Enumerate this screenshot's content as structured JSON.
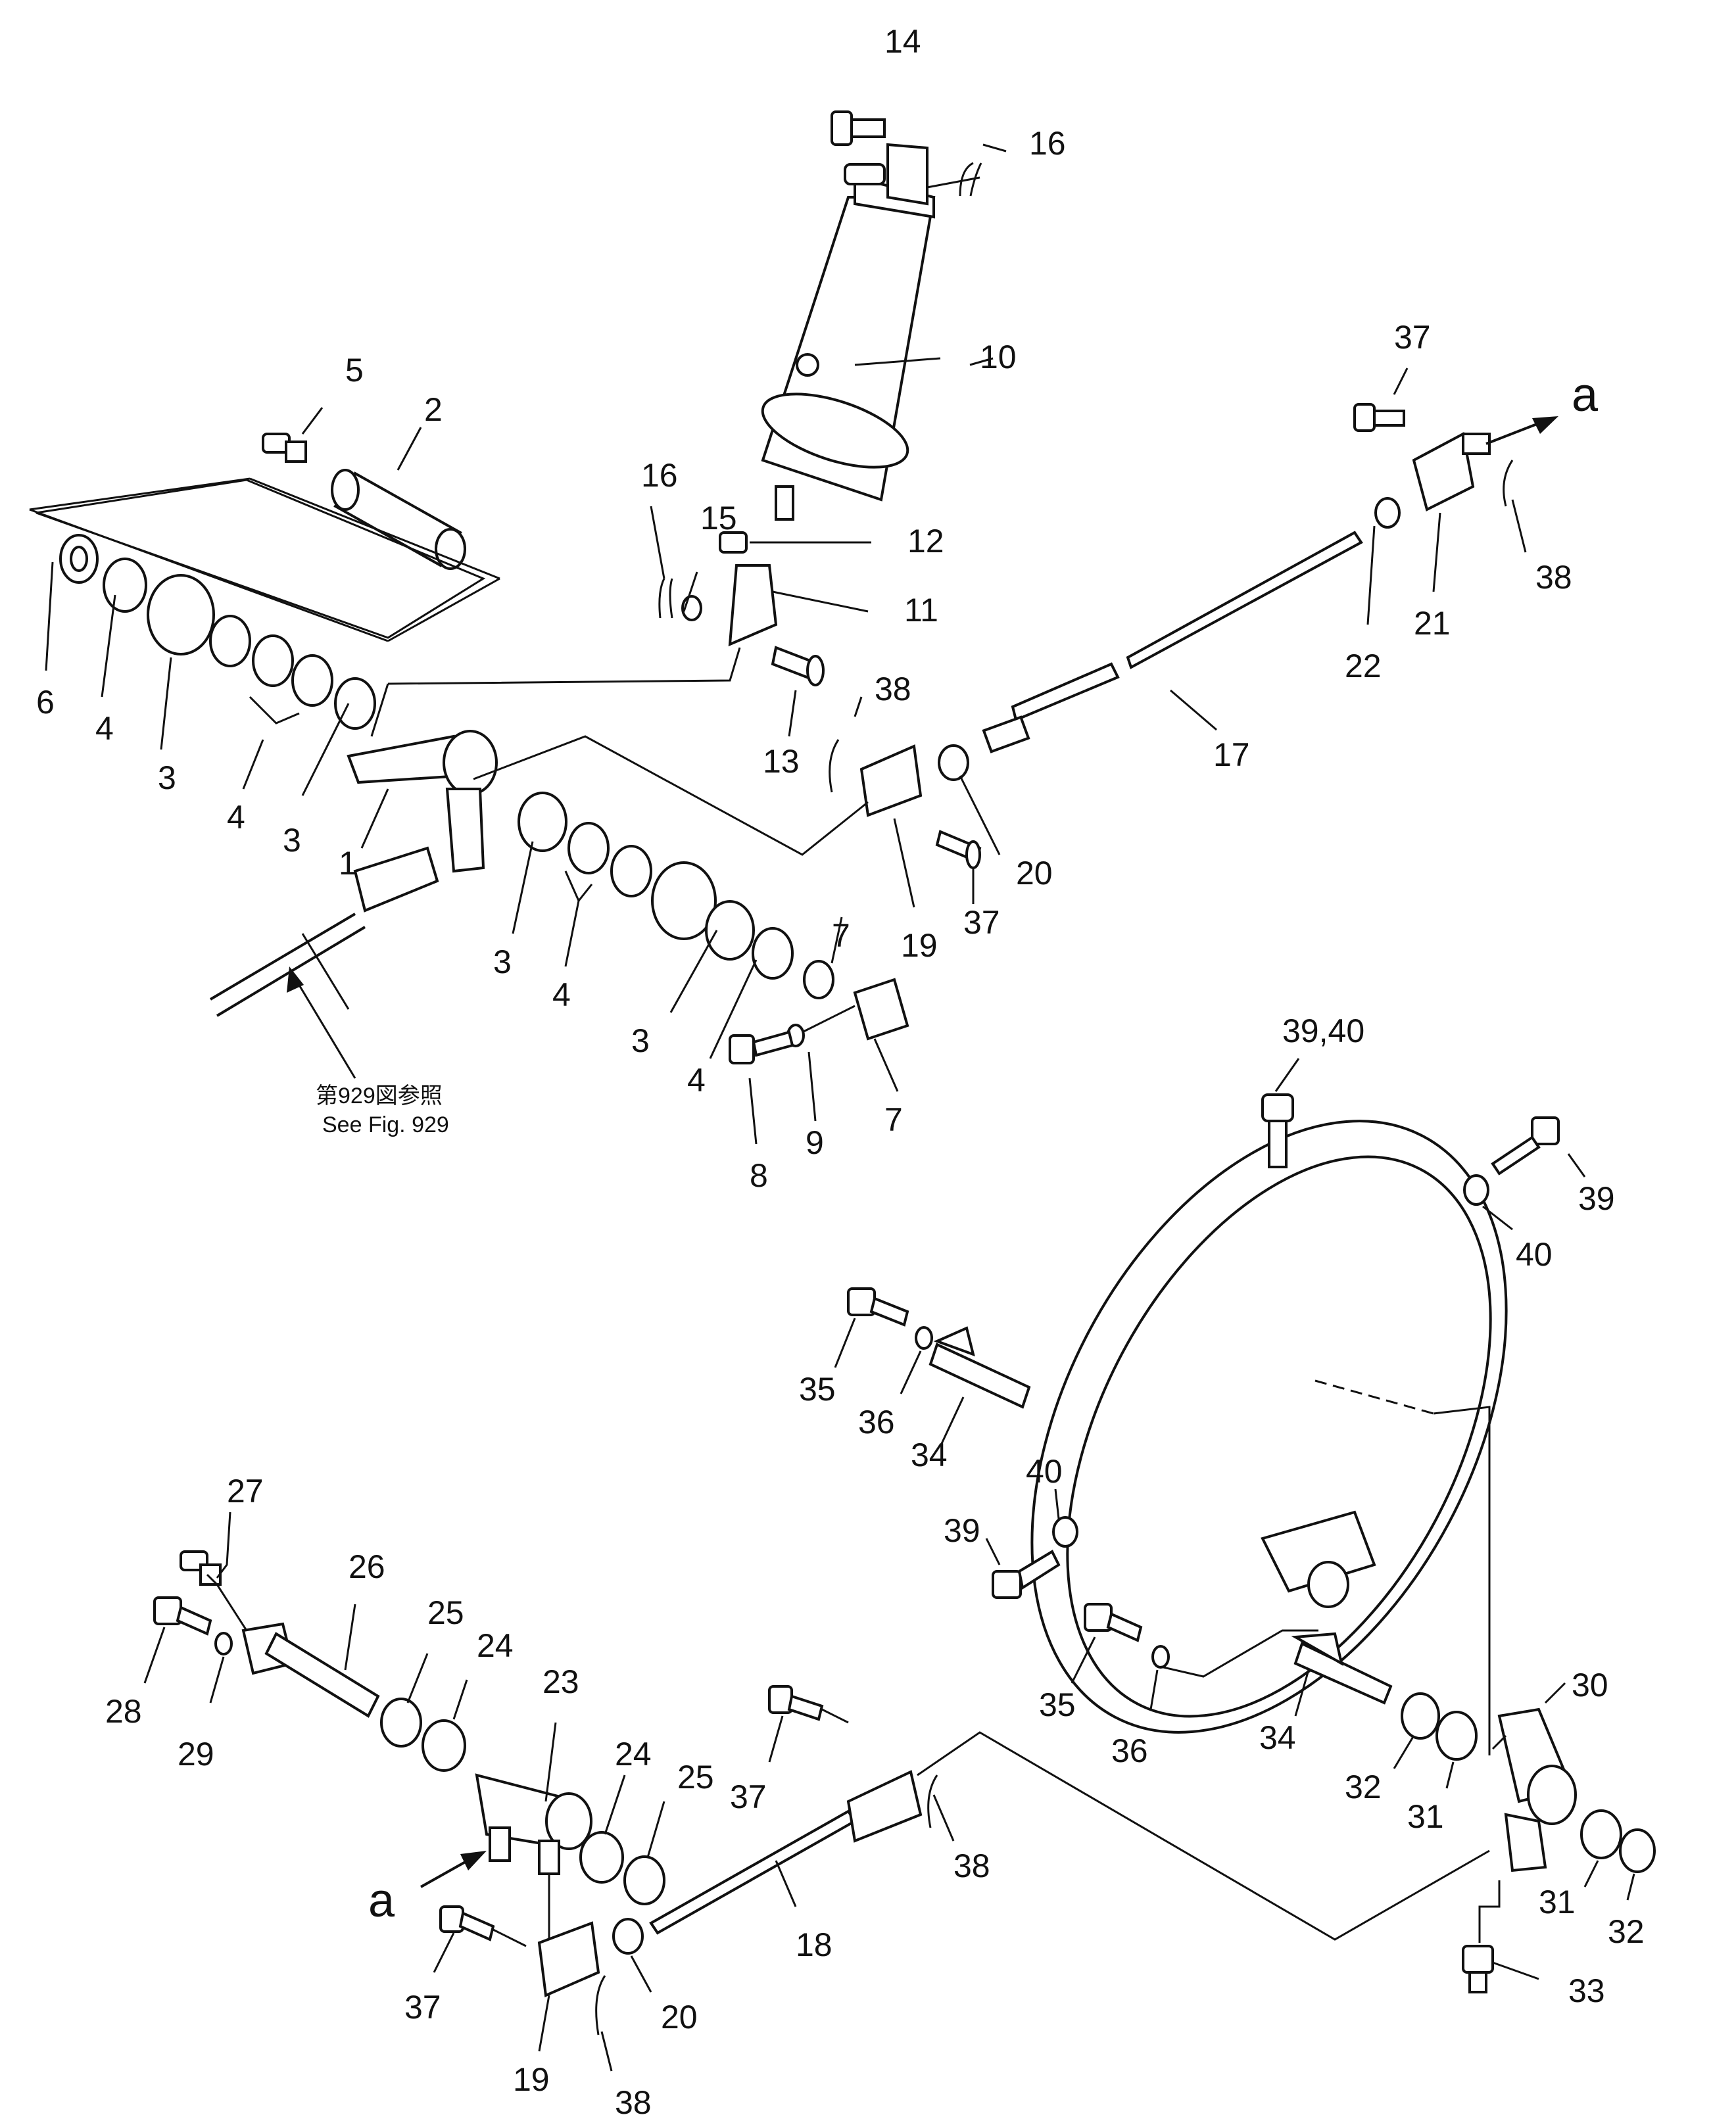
{
  "callouts": [
    {
      "key": "c14",
      "text": "14"
    },
    {
      "key": "c16a",
      "text": "16"
    },
    {
      "key": "c10",
      "text": "10"
    },
    {
      "key": "c5",
      "text": "5"
    },
    {
      "key": "c2",
      "text": "2"
    },
    {
      "key": "c16b",
      "text": "16"
    },
    {
      "key": "c15",
      "text": "15"
    },
    {
      "key": "c12",
      "text": "12"
    },
    {
      "key": "c11",
      "text": "11"
    },
    {
      "key": "c13",
      "text": "13"
    },
    {
      "key": "c6",
      "text": "6"
    },
    {
      "key": "c4a",
      "text": "4"
    },
    {
      "key": "c3a",
      "text": "3"
    },
    {
      "key": "c4b",
      "text": "4"
    },
    {
      "key": "c3b",
      "text": "3"
    },
    {
      "key": "c1",
      "text": "1"
    },
    {
      "key": "c38a",
      "text": "38"
    },
    {
      "key": "c37a",
      "text": "37"
    },
    {
      "key": "a1",
      "text": "a"
    },
    {
      "key": "c38b",
      "text": "38"
    },
    {
      "key": "c21",
      "text": "21"
    },
    {
      "key": "c22",
      "text": "22"
    },
    {
      "key": "c17",
      "text": "17"
    },
    {
      "key": "c20a",
      "text": "20"
    },
    {
      "key": "c37b",
      "text": "37"
    },
    {
      "key": "c19a",
      "text": "19"
    },
    {
      "key": "c7a",
      "text": "7"
    },
    {
      "key": "c3c",
      "text": "3"
    },
    {
      "key": "c4c",
      "text": "4"
    },
    {
      "key": "c3d",
      "text": "3"
    },
    {
      "key": "c4d",
      "text": "4"
    },
    {
      "key": "c9",
      "text": "9"
    },
    {
      "key": "c7b",
      "text": "7"
    },
    {
      "key": "c8",
      "text": "8"
    },
    {
      "key": "c3940",
      "text": "39,40"
    },
    {
      "key": "c39a",
      "text": "39"
    },
    {
      "key": "c40a",
      "text": "40"
    },
    {
      "key": "c35a",
      "text": "35"
    },
    {
      "key": "c36a",
      "text": "36"
    },
    {
      "key": "c34a",
      "text": "34"
    },
    {
      "key": "c40b",
      "text": "40"
    },
    {
      "key": "c39b",
      "text": "39"
    },
    {
      "key": "c27",
      "text": "27"
    },
    {
      "key": "c26",
      "text": "26"
    },
    {
      "key": "c25a",
      "text": "25"
    },
    {
      "key": "c24a",
      "text": "24"
    },
    {
      "key": "c23",
      "text": "23"
    },
    {
      "key": "c24b",
      "text": "24"
    },
    {
      "key": "c25b",
      "text": "25"
    },
    {
      "key": "c28",
      "text": "28"
    },
    {
      "key": "c29",
      "text": "29"
    },
    {
      "key": "c37c",
      "text": "37"
    },
    {
      "key": "a2",
      "text": "a"
    },
    {
      "key": "c38c",
      "text": "38"
    },
    {
      "key": "c18",
      "text": "18"
    },
    {
      "key": "c37d",
      "text": "37"
    },
    {
      "key": "c20b",
      "text": "20"
    },
    {
      "key": "c19b",
      "text": "19"
    },
    {
      "key": "c38d",
      "text": "38"
    },
    {
      "key": "c35b",
      "text": "35"
    },
    {
      "key": "c36b",
      "text": "36"
    },
    {
      "key": "c34b",
      "text": "34"
    },
    {
      "key": "c32a",
      "text": "32"
    },
    {
      "key": "c31a",
      "text": "31"
    },
    {
      "key": "c30",
      "text": "30"
    },
    {
      "key": "c31b",
      "text": "31"
    },
    {
      "key": "c32b",
      "text": "32"
    },
    {
      "key": "c33",
      "text": "33"
    }
  ],
  "reference_note": {
    "jp": "第929図参照",
    "en": "See Fig. 929"
  }
}
